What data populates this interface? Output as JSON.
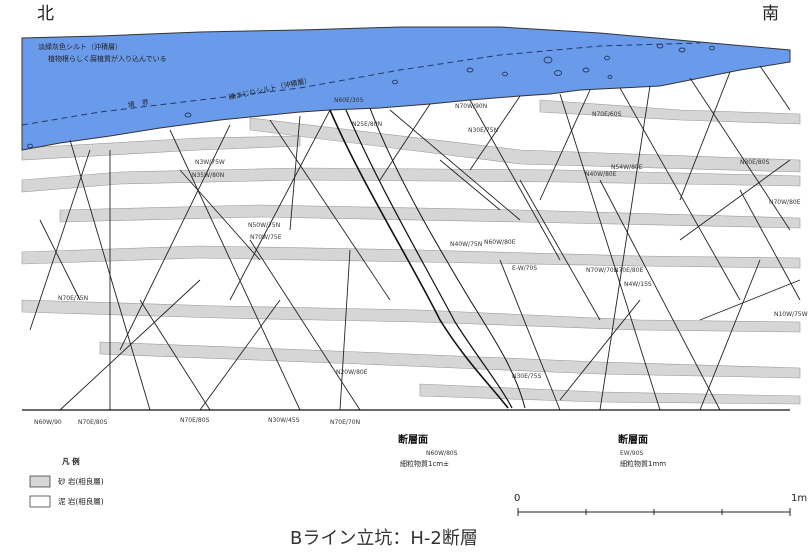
{
  "directions": {
    "north": "北",
    "south": "南"
  },
  "top_notes": {
    "line1": "淡緑灰色シルト（沖積層）",
    "line2": "植物根らしく腐植質が入り込んでいる",
    "boundary": "境　界",
    "silt": "礫まじりシルト（沖積層）"
  },
  "strikes": [
    "N60E/30S",
    "N70W/90N",
    "N70E/60S",
    "N25E/80N",
    "N30E/75N",
    "N3W/75W",
    "N35W/80N",
    "N40W/80E",
    "N54W/80E",
    "N30E/80S",
    "N70W/80E",
    "N50W/75N",
    "N70W/75E",
    "N40W/75N",
    "E-W/70S",
    "N60W/80E",
    "N70E/75N",
    "N10W/75W",
    "N20W/80E",
    "N30E/75S",
    "N70W/70S",
    "N70E/80E",
    "N4W/15S"
  ],
  "bottom_strikes": [
    "N60W/90",
    "N70E/80S",
    "N70E/80S",
    "N30W/45S",
    "N70E/70N"
  ],
  "faults": {
    "left": {
      "title": "断層面",
      "orientation": "N60W/80S",
      "note": "細粒物質1cm±"
    },
    "right": {
      "title": "断層面",
      "orientation": "EW/90S",
      "note": "細粒物質1mm"
    }
  },
  "legend": {
    "title": "凡 例",
    "sand": "砂 岩(相良層)",
    "mud": "泥 岩(相良層)"
  },
  "scale": {
    "zero": "0",
    "one": "1m"
  },
  "caption": "Bライン立坑：H-2断層",
  "colors": {
    "alluvium": "#6a9bea",
    "sandstone_band": "#d4d4d4",
    "line": "#222222"
  }
}
